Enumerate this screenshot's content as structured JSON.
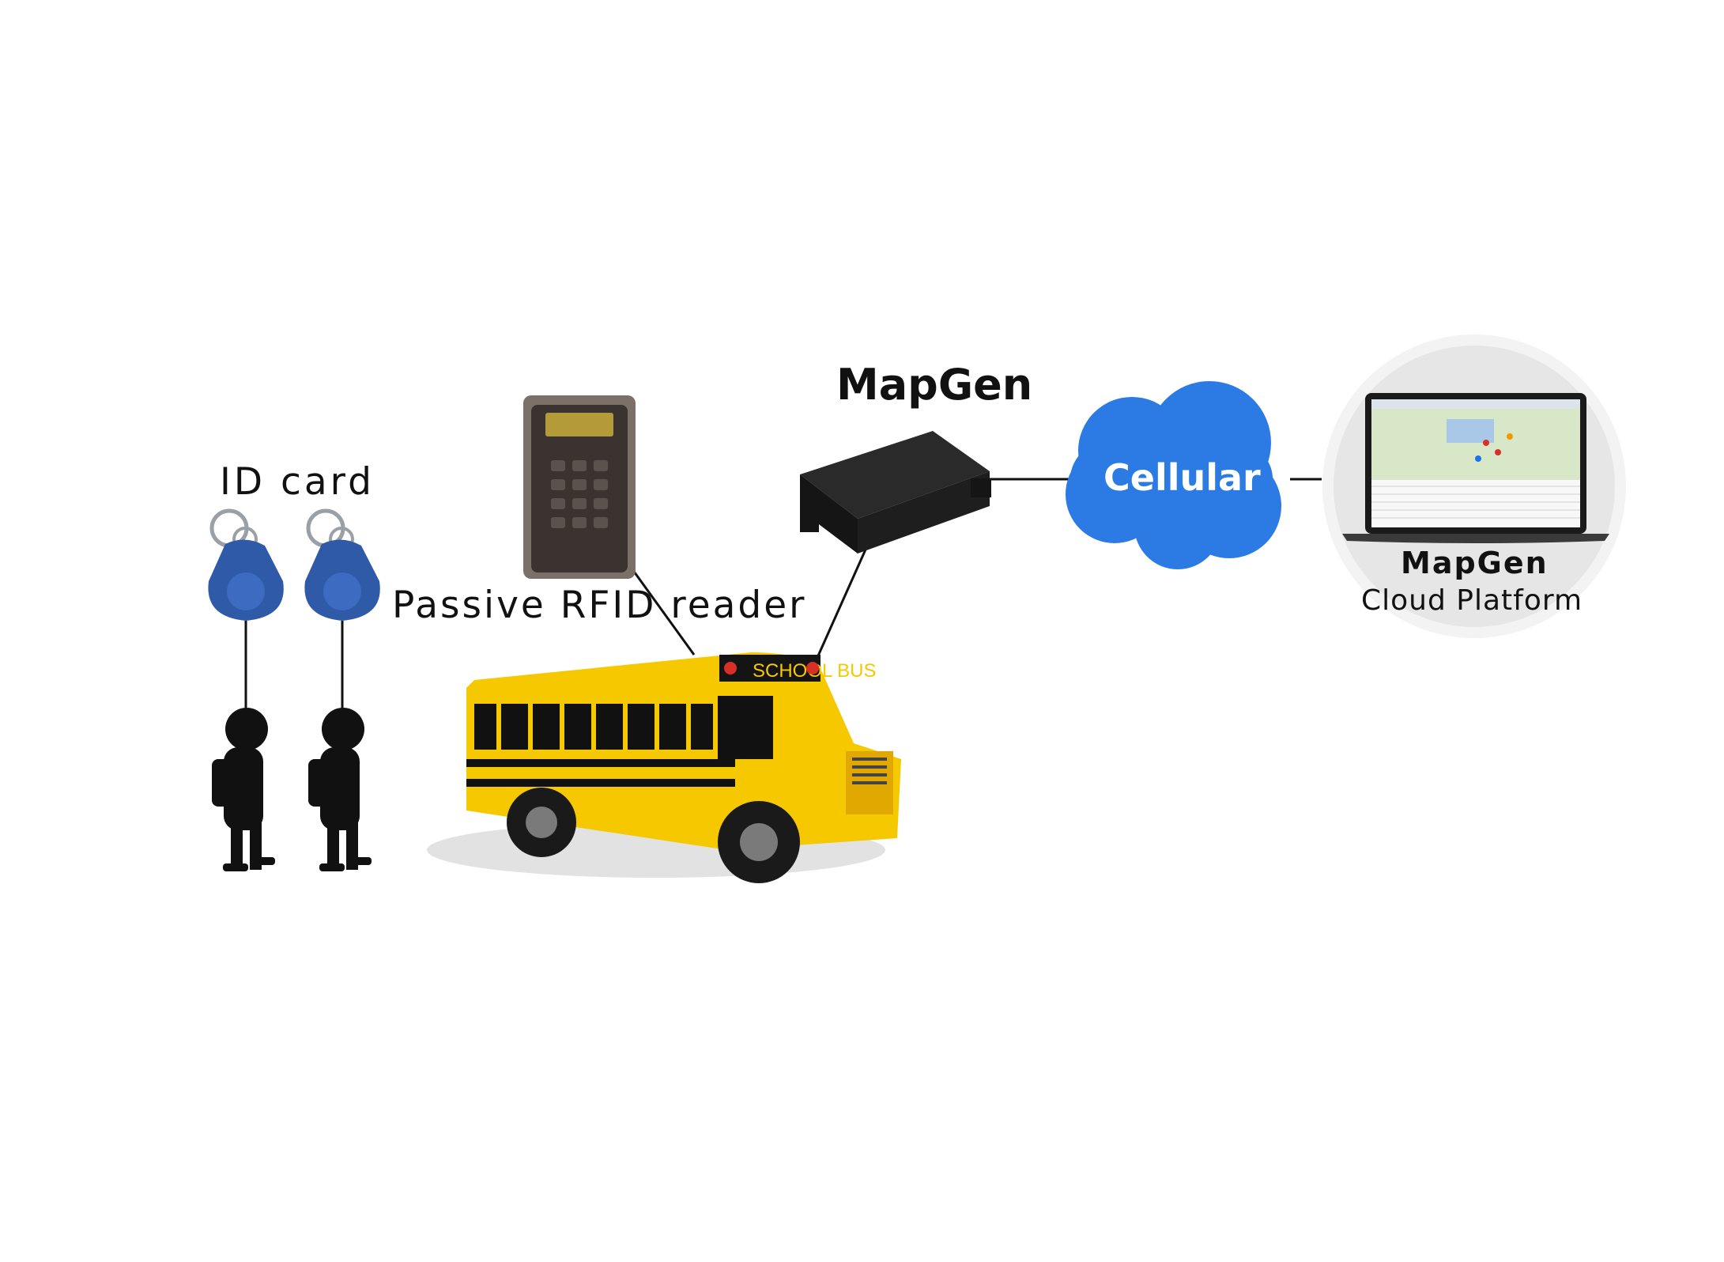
{
  "labels": {
    "id_card": "ID card",
    "rfid_reader": "Passive RFID reader",
    "device": "MapGen",
    "network": "Cellular",
    "platform_name": "MapGen",
    "platform_subtitle": "Cloud Platform",
    "bus_sign": "SCHOOL BUS"
  },
  "colors": {
    "tag_blue": "#2f5aa8",
    "cloud_blue": "#2c7be5",
    "bus_yellow": "#f5c800",
    "device_black": "#1b1b1b",
    "platform_circle": "#e6e6e6"
  },
  "icons": [
    "rfid-keyfob-icon",
    "student-silhouette-icon",
    "rfid-reader-icon",
    "gps-tracker-icon",
    "cloud-icon",
    "laptop-icon",
    "school-bus-icon"
  ]
}
